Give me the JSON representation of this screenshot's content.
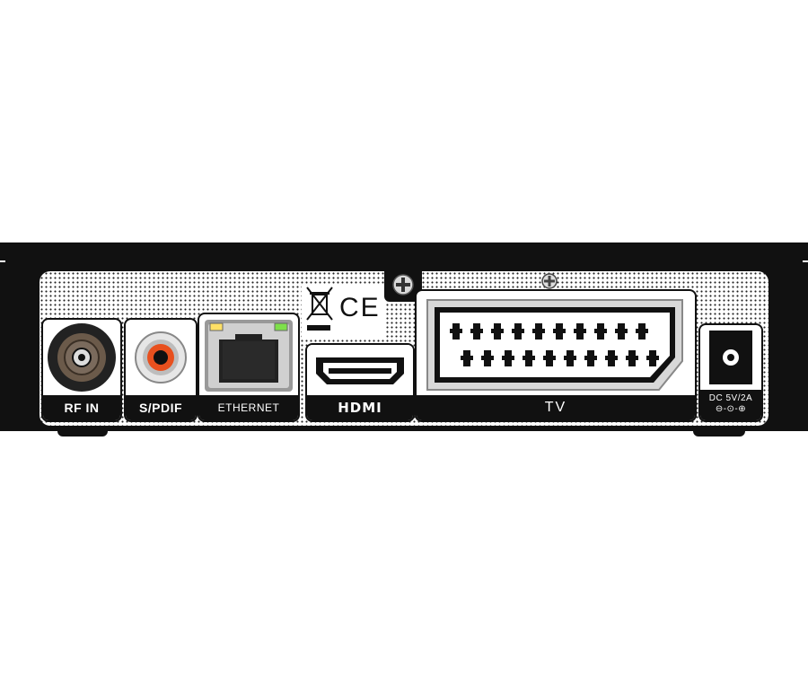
{
  "ports": {
    "rf_in": "RF IN",
    "spdif": "S/PDIF",
    "ethernet": "ETHERNET",
    "hdmi": "HDMI",
    "tv": "TV",
    "dc": "DC 5V/2A",
    "dc_polarity": "⊖-⊙-⊕"
  },
  "marks": {
    "ce": "CE"
  },
  "colors": {
    "case": "#111111",
    "spdif_ring": "#e8501e",
    "led_left": "#ffe066",
    "led_right": "#7ee04a"
  }
}
